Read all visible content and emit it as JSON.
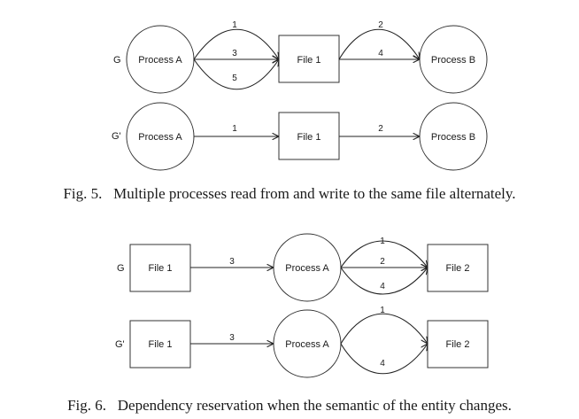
{
  "figures": [
    {
      "caption": "Fig. 5.   Multiple processes read from and write to the same file alternately.",
      "graphs": [
        {
          "label": "G",
          "nodes": [
            "Process A",
            "File 1",
            "Process B"
          ],
          "edges": [
            "1",
            "3",
            "5",
            "2",
            "4"
          ]
        },
        {
          "label": "G'",
          "nodes": [
            "Process A",
            "File 1",
            "Process B"
          ],
          "edges": [
            "1",
            "2"
          ]
        }
      ]
    },
    {
      "caption": "Fig. 6.   Dependency reservation when the semantic of the entity changes.",
      "graphs": [
        {
          "label": "G",
          "nodes": [
            "File 1",
            "Process A",
            "File 2"
          ],
          "edges": [
            "3",
            "1",
            "2",
            "4"
          ]
        },
        {
          "label": "G'",
          "nodes": [
            "File 1",
            "Process A",
            "File 2"
          ],
          "edges": [
            "3",
            "1",
            "4"
          ]
        }
      ]
    }
  ]
}
